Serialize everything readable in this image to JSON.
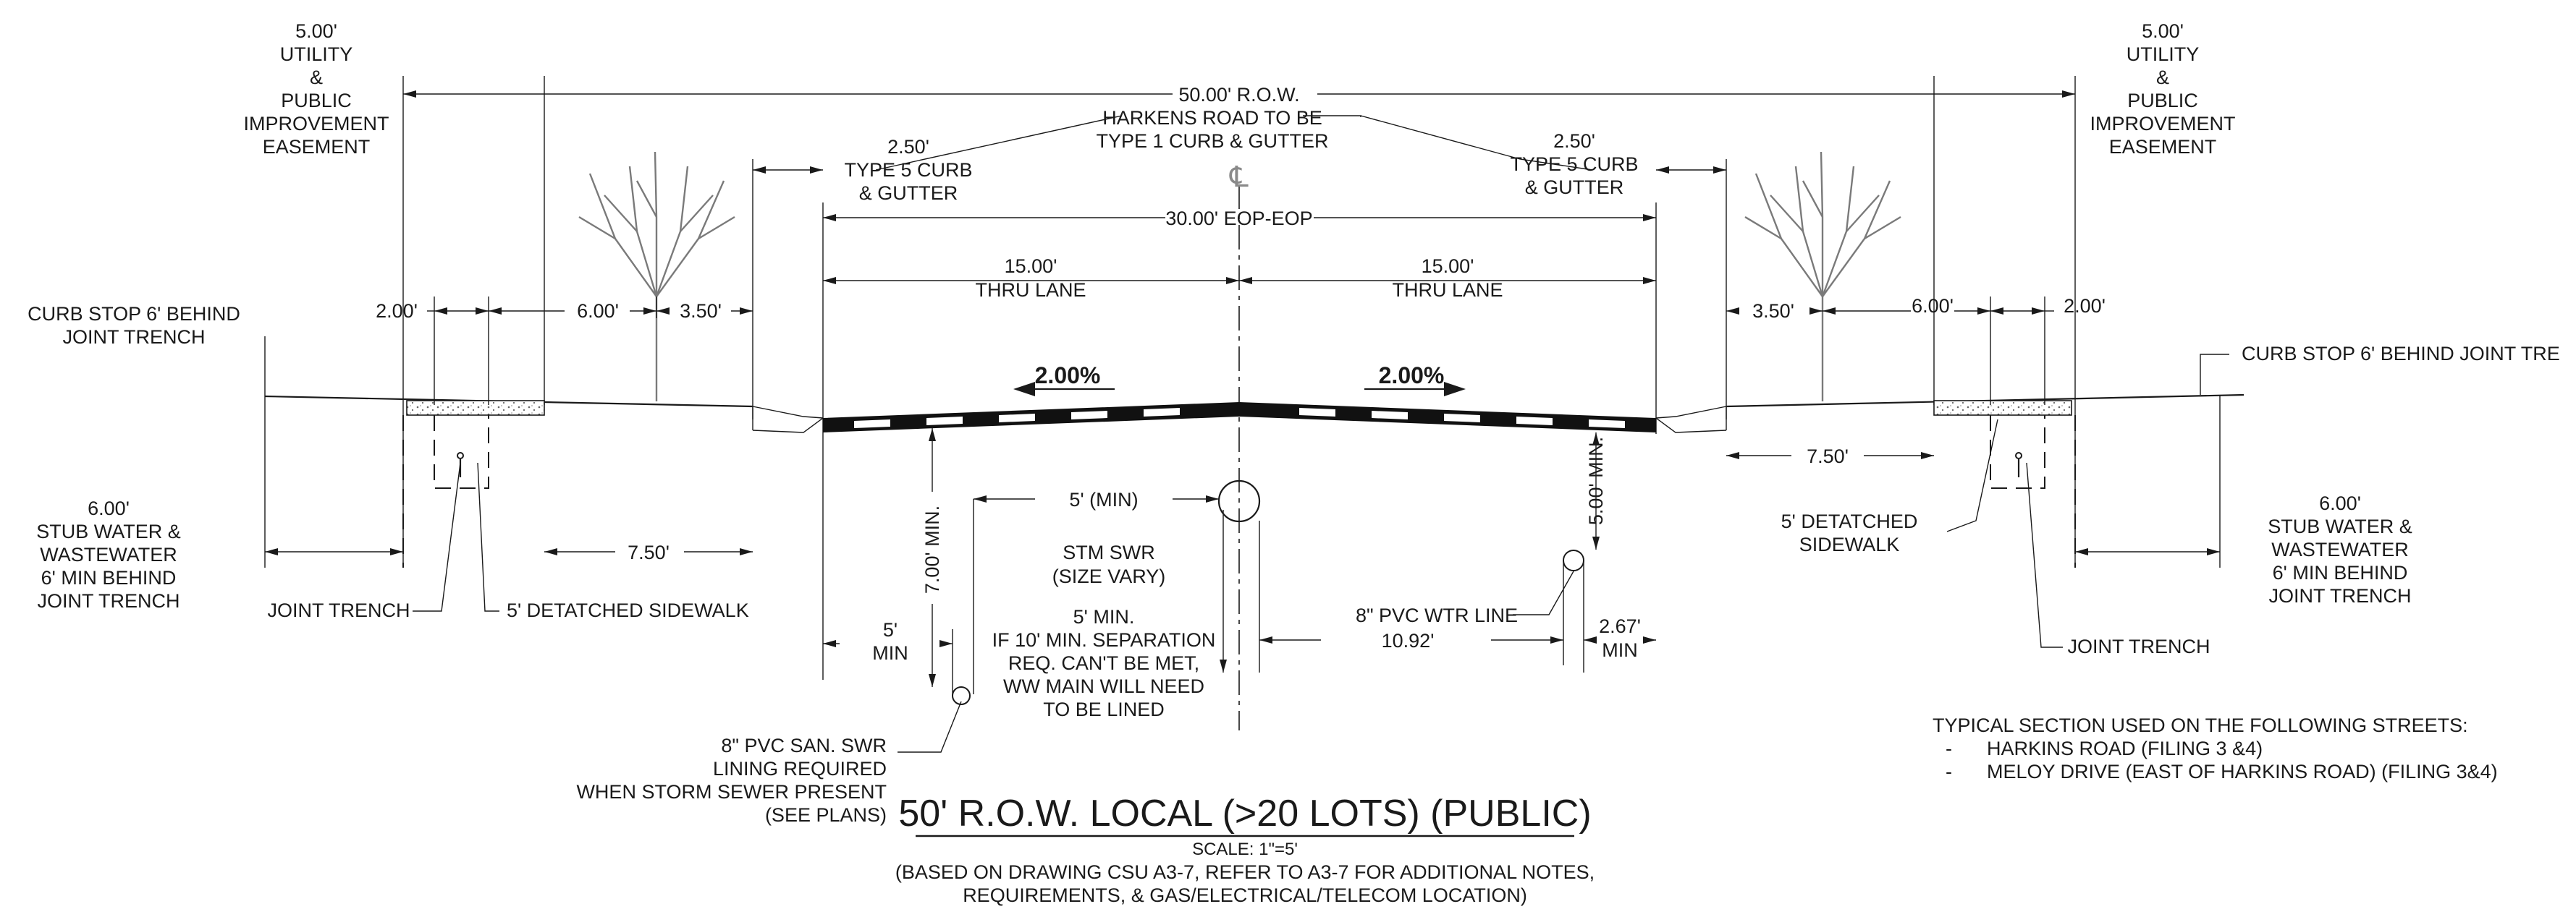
{
  "labels": {
    "row_total": "50.00' R.O.W.",
    "harkens_note_1": "HARKENS ROAD TO BE",
    "harkens_note_2": "TYPE 1 CURB & GUTTER",
    "cl_symbol": "℄",
    "eop": "30.00' EOP-EOP",
    "easement_left": [
      "5.00'",
      "UTILITY",
      "&",
      "PUBLIC",
      "IMPROVEMENT",
      "EASEMENT"
    ],
    "easement_right": [
      "5.00'",
      "UTILITY",
      "&",
      "PUBLIC",
      "IMPROVEMENT",
      "EASEMENT"
    ],
    "curb_left": [
      "2.50'",
      "TYPE 5 CURB",
      "& GUTTER"
    ],
    "curb_right": [
      "2.50'",
      "TYPE 5 CURB",
      "& GUTTER"
    ],
    "lane_left": [
      "15.00'",
      "THRU LANE"
    ],
    "lane_right": [
      "15.00'",
      "THRU LANE"
    ],
    "slope_left": "2.00%",
    "slope_right": "2.00%",
    "dim_200_left": "2.00'",
    "dim_600_left": "6.00'",
    "dim_350_left": "3.50'",
    "dim_350_right": "3.50'",
    "dim_600_right": "6.00'",
    "dim_200_right": "2.00'",
    "dim_750_left": "7.50'",
    "dim_750_right": "7.50'",
    "curb_stop_left": [
      "CURB STOP 6' BEHIND",
      "JOINT TRENCH"
    ],
    "curb_stop_right": "CURB STOP 6' BEHIND JOINT TRE",
    "stub_left": [
      "6.00'",
      "STUB WATER &",
      "WASTEWATER",
      "6' MIN BEHIND",
      "JOINT TRENCH"
    ],
    "stub_right": [
      "6.00'",
      "STUB WATER &",
      "WASTEWATER",
      "6' MIN BEHIND",
      "JOINT TRENCH"
    ],
    "joint_trench_left": "JOINT TRENCH",
    "joint_trench_right": "JOINT TRENCH",
    "sidewalk_left": "5' DETATCHED SIDEWALK",
    "sidewalk_right": [
      "5' DETATCHED",
      "SIDEWALK"
    ],
    "dim_7min": "7.00' MIN.",
    "dim_5min_horiz": "5' (MIN)",
    "stm_swr": [
      "STM SWR",
      "(SIZE VARY)"
    ],
    "dim_5min_left": [
      "5'",
      "MIN"
    ],
    "separation_note": [
      "5' MIN.",
      "IF 10' MIN. SEPARATION",
      "REQ. CAN'T BE MET,",
      "WW MAIN WILL NEED",
      "TO BE LINED"
    ],
    "san_swr": [
      "8\" PVC SAN. SWR",
      "LINING REQUIRED",
      "WHEN STORM SEWER PRESENT",
      "(SEE PLANS)"
    ],
    "wtr_line": "8\" PVC WTR LINE",
    "dim_1092": "10.92'",
    "dim_267": [
      "2.67'",
      "MIN"
    ],
    "dim_500min": "5.00' MIN.",
    "title": "50' R.O.W. LOCAL (>20 LOTS) (PUBLIC)",
    "scale": "SCALE: 1\"=5'",
    "based_on": [
      "(BASED ON DRAWING  CSU A3-7, REFER TO A3-7 FOR ADDITIONAL NOTES,",
      "REQUIREMENTS, & GAS/ELECTRICAL/TELECOM LOCATION)"
    ],
    "typical_heading": "TYPICAL SECTION USED ON THE FOLLOWING STREETS:",
    "streets": [
      {
        "bullet": "-",
        "name": "HARKINS ROAD (FILING 3 &4)"
      },
      {
        "bullet": "-",
        "name": "MELOY DRIVE (EAST OF HARKINS ROAD) (FILING 3&4)"
      }
    ]
  }
}
